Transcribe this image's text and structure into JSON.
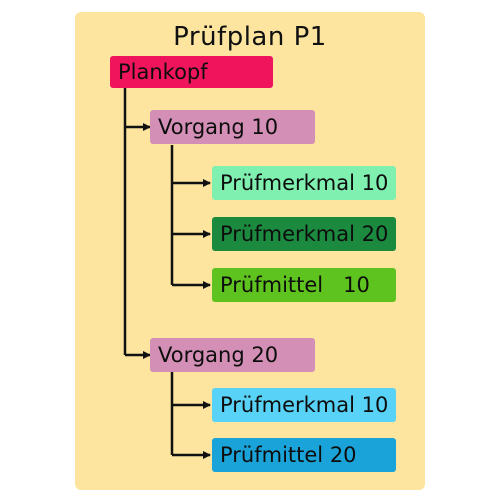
{
  "title": "Prüfplan P1",
  "colors": {
    "card": "#fde5a0",
    "line": "#111111",
    "planhead": "#f0145d",
    "operation": "#d38fb5",
    "char_light_green": "#7ff0b0",
    "char_dark_green": "#1b8a3f",
    "tool_green": "#5ec31e",
    "char_light_blue": "#58d3f7",
    "tool_blue": "#1aa3d8"
  },
  "nodes": {
    "planhead": "Plankopf",
    "operation_10": "Vorgang 10",
    "op10_char_10": "Prüfmerkmal 10",
    "op10_char_20": "Prüfmerkmal 20",
    "op10_tool_10": "Prüfmittel   10",
    "operation_20": "Vorgang 20",
    "op20_char_10": "Prüfmerkmal 10",
    "op20_tool_20": "Prüfmittel 20"
  }
}
